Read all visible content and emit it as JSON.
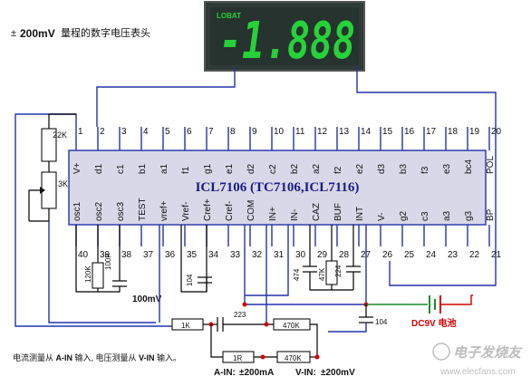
{
  "header": {
    "note_prefix": "±",
    "note_bold": "200mV",
    "note_text": "量程的数字电压表头"
  },
  "display": {
    "lobat": "LOBAT",
    "reading": "-1.888"
  },
  "chip": {
    "name": "ICL7106 (TC7106,ICL7116)",
    "top_pins": [
      {
        "num": "1",
        "name": "V+"
      },
      {
        "num": "2",
        "name": "d1"
      },
      {
        "num": "3",
        "name": "c1"
      },
      {
        "num": "4",
        "name": "b1"
      },
      {
        "num": "5",
        "name": "a1"
      },
      {
        "num": "6",
        "name": "f1"
      },
      {
        "num": "7",
        "name": "g1"
      },
      {
        "num": "8",
        "name": "e1"
      },
      {
        "num": "9",
        "name": "d2"
      },
      {
        "num": "10",
        "name": "c2"
      },
      {
        "num": "11",
        "name": "b2"
      },
      {
        "num": "12",
        "name": "a2"
      },
      {
        "num": "13",
        "name": "f2"
      },
      {
        "num": "14",
        "name": "e2"
      },
      {
        "num": "15",
        "name": "d3"
      },
      {
        "num": "16",
        "name": "b3"
      },
      {
        "num": "17",
        "name": "f3"
      },
      {
        "num": "18",
        "name": "e3"
      },
      {
        "num": "19",
        "name": "bc4"
      },
      {
        "num": "20",
        "name": "POL"
      }
    ],
    "bottom_pins": [
      {
        "num": "40",
        "name": "osc1"
      },
      {
        "num": "39",
        "name": "osc2"
      },
      {
        "num": "38",
        "name": "osc3"
      },
      {
        "num": "37",
        "name": "TEST"
      },
      {
        "num": "36",
        "name": "vref+"
      },
      {
        "num": "35",
        "name": "Vref-"
      },
      {
        "num": "34",
        "name": "Cref+"
      },
      {
        "num": "33",
        "name": "Cref-"
      },
      {
        "num": "32",
        "name": "COM"
      },
      {
        "num": "31",
        "name": "IN+"
      },
      {
        "num": "30",
        "name": "IN-"
      },
      {
        "num": "29",
        "name": "CAZ"
      },
      {
        "num": "28",
        "name": "BUF"
      },
      {
        "num": "27",
        "name": "INT"
      },
      {
        "num": "26",
        "name": "V-"
      },
      {
        "num": "25",
        "name": "g2"
      },
      {
        "num": "24",
        "name": "c3"
      },
      {
        "num": "23",
        "name": "a3"
      },
      {
        "num": "22",
        "name": "g3"
      },
      {
        "num": "21",
        "name": "BP"
      }
    ]
  },
  "components": {
    "r22k": "22K",
    "pot3k": "3K",
    "r120k": "120K",
    "c100p": "100P",
    "c100mv": "100mV",
    "c104a": "104",
    "c474": "474",
    "r47k": "47K",
    "c224": "224",
    "c104b": "104",
    "r1k": "1K",
    "c223": "223",
    "r470k_a": "470K",
    "r1r": "1R",
    "r470k_b": "470K",
    "battery": "DC9V 电池"
  },
  "inputs": {
    "ain_label": "A-IN:",
    "ain_range": "±200mA",
    "vin_label": "V-IN:",
    "vin_range": "±200mV"
  },
  "footer": {
    "p1": "电流测量从 ",
    "ain": "A-IN",
    "p2": " 输入, 电压测量从 ",
    "vin": "V-IN",
    "p3": " 输入。"
  },
  "watermark": {
    "text": "电子发烧友",
    "url": "www.elecfans.com"
  },
  "colors": {
    "wire": "#2233aa",
    "segment_on": "#27d13a",
    "display_bg": "#2e3b36",
    "chip_fill": "#d8d8e8",
    "dot": "#d40000"
  }
}
